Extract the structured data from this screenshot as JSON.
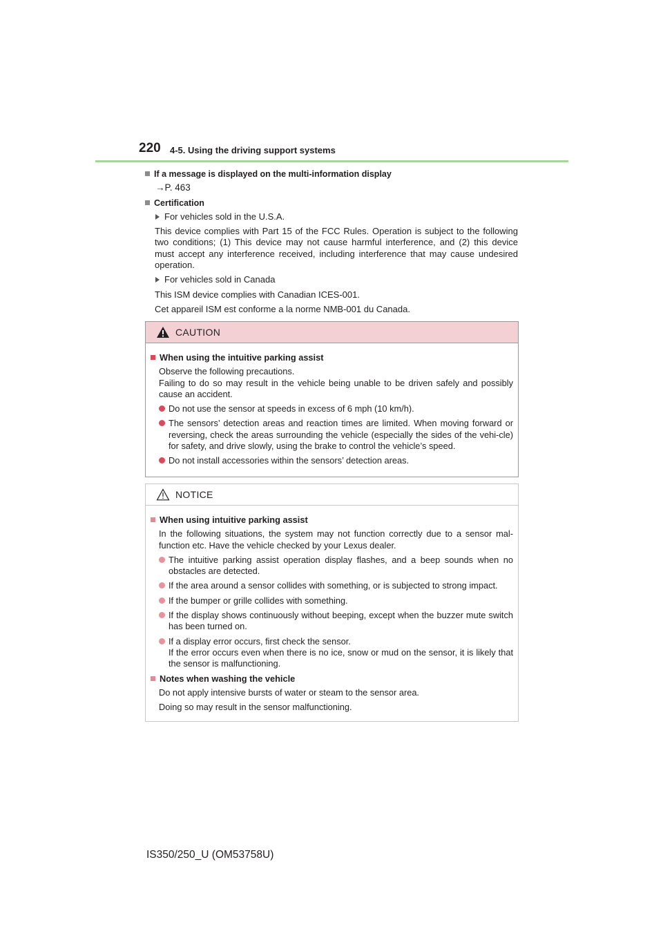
{
  "header": {
    "page_number": "220",
    "section": "4-5. Using the driving support systems"
  },
  "intro": {
    "h1": "If a message is displayed on the multi-information display",
    "ref": "→P. 463",
    "h2": "Certification",
    "usa_label": "For vehicles sold in the U.S.A.",
    "usa_text": "This device complies with Part 15 of the FCC Rules. Operation is subject to the following two conditions; (1) This device may not cause harmful interference, and (2) this device must accept any interference received, including interference that may cause undesired operation.",
    "canada_label": "For vehicles sold in Canada",
    "canada_text1": "This ISM device complies with Canadian ICES-001.",
    "canada_text2": "Cet appareil ISM est conforme a la norme NMB-001 du Canada."
  },
  "caution": {
    "title": "CAUTION",
    "heading": "When using the intuitive parking assist",
    "text1": "Observe the following precautions.",
    "text2": "Failing to do so may result in the vehicle being unable to be driven safely and possibly cause an accident.",
    "bullets": [
      "Do not use the sensor at speeds in excess of 6 mph (10 km/h).",
      "The sensors’ detection areas and reaction times are limited. When moving forward or reversing, check the areas surrounding the vehicle (especially the sides of the vehi-cle) for safety, and drive slowly, using the brake to control the vehicle’s speed.",
      "Do not install accessories within the sensors’ detection areas."
    ]
  },
  "notice": {
    "title": "NOTICE",
    "heading1": "When using intuitive parking assist",
    "text1": "In the following situations, the system may not function correctly due to a sensor mal-function etc. Have the vehicle checked by your Lexus dealer.",
    "bullets": [
      "The intuitive parking assist operation display flashes, and a beep sounds when no obstacles are detected.",
      "If the area around a sensor collides with something, or is subjected to strong impact.",
      "If the bumper or grille collides with something.",
      "If the display shows continuously without beeping, except when the buzzer mute switch has been turned on.",
      "If a display error occurs, first check the sensor."
    ],
    "bullet5_extra": "If the error occurs even when there is no ice, snow or mud on the sensor, it is likely that the sensor is malfunctioning.",
    "heading2": "Notes when washing the vehicle",
    "text2": "Do not apply intensive bursts of water or steam to the sensor area.",
    "text3": "Doing so may result in the sensor malfunctioning."
  },
  "footer": {
    "code": "IS350/250_U (OM53758U)"
  }
}
